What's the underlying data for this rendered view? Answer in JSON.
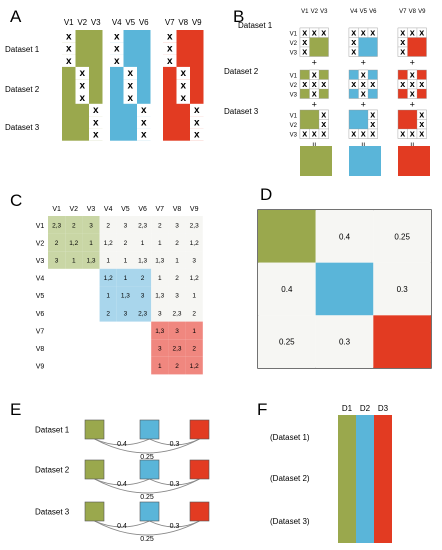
{
  "colors": {
    "green": "#9aa84d",
    "blue": "#5ab5d9",
    "red": "#e23b22",
    "green_light": "#c9d6a5",
    "blue_light": "#a9d6ec",
    "red_light": "#f0877f",
    "grey_cell": "#f6f6f3",
    "text": "#222222"
  },
  "panel_labels": {
    "a": "A",
    "b": "B",
    "c": "C",
    "d": "D",
    "e": "E",
    "f": "F"
  },
  "variables": [
    "V1",
    "V2",
    "V3",
    "V4",
    "V5",
    "V6",
    "V7",
    "V8",
    "V9"
  ],
  "datasets": [
    "Dataset 1",
    "Dataset 2",
    "Dataset 3"
  ],
  "panel_a": {
    "missing": [
      {
        "vars": [
          0,
          3,
          6
        ],
        "rows": [
          0,
          1,
          2
        ]
      },
      {
        "vars": [
          1,
          4,
          7
        ],
        "rows": [
          3,
          4,
          5
        ]
      },
      {
        "vars": [
          2,
          5,
          8
        ],
        "rows": [
          6,
          7,
          8
        ]
      }
    ],
    "mark": "x"
  },
  "panel_b": {
    "plus": "+",
    "equals": "II"
  },
  "panel_c": {
    "rows": [
      [
        "2,3",
        "2",
        "3",
        "2",
        "3",
        "2,3",
        "2",
        "3",
        "2,3"
      ],
      [
        "2",
        "1,2",
        "1",
        "1,2",
        "2",
        "1",
        "1",
        "2",
        "1,2"
      ],
      [
        "3",
        "1",
        "1,3",
        "1",
        "1",
        "1,3",
        "1,3",
        "1",
        "3"
      ],
      [
        "",
        "",
        "",
        "1,2",
        "1",
        "2",
        "1",
        "2",
        "1,2"
      ],
      [
        "",
        "",
        "",
        "1",
        "1,3",
        "3",
        "1,3",
        "3",
        "1"
      ],
      [
        "",
        "",
        "",
        "2",
        "3",
        "2,3",
        "3",
        "2,3",
        "2"
      ],
      [
        "",
        "",
        "",
        "",
        "",
        "",
        "1,3",
        "3",
        "1"
      ],
      [
        "",
        "",
        "",
        "",
        "",
        "",
        "3",
        "2,3",
        "2"
      ],
      [
        "",
        "",
        "",
        "",
        "",
        "",
        "1",
        "2",
        "1,2"
      ]
    ]
  },
  "panel_d": {
    "matrix": [
      [
        "",
        "0.4",
        "0.25"
      ],
      [
        "0.4",
        "",
        "0.3"
      ],
      [
        "0.25",
        "0.3",
        ""
      ]
    ]
  },
  "panel_e": {
    "edges": {
      "ab": "0.4",
      "bc": "0.3",
      "ac": "0.25"
    }
  },
  "panel_f": {
    "columns": [
      "D1",
      "D2",
      "D3"
    ],
    "rows": [
      "(Dataset 1)",
      "(Dataset 2)",
      "(Dataset 3)"
    ]
  }
}
